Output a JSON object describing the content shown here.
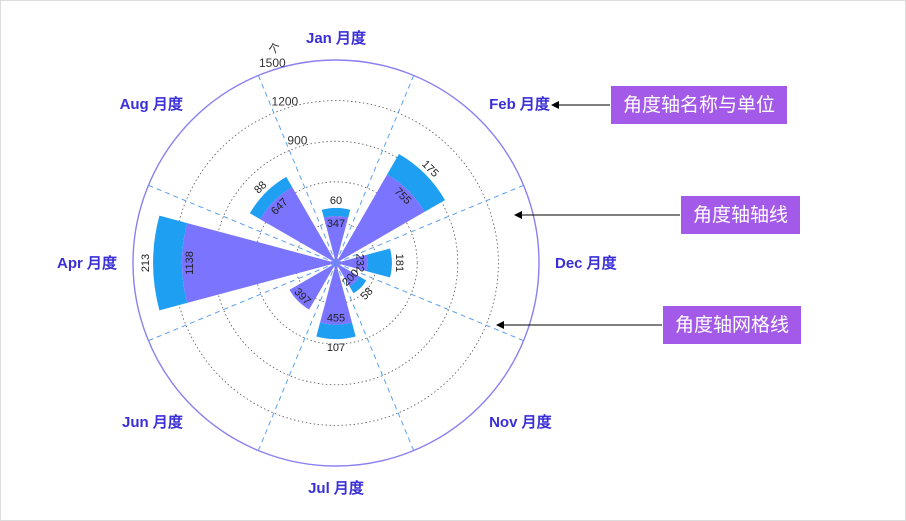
{
  "chart_data": {
    "type": "polar-bar",
    "angle_labels": [
      "Jan 月度",
      "Feb 月度",
      "Dec 月度",
      "Nov 月度",
      "Jul 月度",
      "Jun 月度",
      "Apr 月度",
      "Aug 月度"
    ],
    "radial_unit": "个",
    "radial_ticks": [
      900,
      1200,
      1500
    ],
    "rmax": 1500,
    "series": [
      {
        "color": "#7b74ff",
        "bars": [
          {
            "category": "Jan 月度",
            "value": 347
          },
          {
            "category": "Feb 月度",
            "value": 755
          },
          {
            "category": "Dec 月度",
            "value": 232
          },
          {
            "category": "Nov 月度",
            "value": 200
          },
          {
            "category": "Jul 月度",
            "value": 455
          },
          {
            "category": "Jun 月度",
            "value": 397
          },
          {
            "category": "Apr 月度",
            "value": 1138
          },
          {
            "category": "Aug 月度",
            "value": 647
          }
        ]
      },
      {
        "color": "#1e9ff2",
        "bars": [
          {
            "category": "Jan 月度",
            "value": 60
          },
          {
            "category": "Feb 月度",
            "value": 175
          },
          {
            "category": "Dec 月度",
            "value": 181
          },
          {
            "category": "Nov 月度",
            "value": 58
          },
          {
            "category": "Jul 月度",
            "value": 107
          },
          {
            "category": "Jun 月度",
            "value": 0
          },
          {
            "category": "Apr 月度",
            "value": 213
          },
          {
            "category": "Aug 月度",
            "value": 88
          }
        ]
      }
    ],
    "grid": true
  },
  "annotations": [
    "角度轴名称与单位",
    "角度轴轴线",
    "角度轴网格线"
  ],
  "colors": {
    "axis": "#8a80f0",
    "grid_line": "#5aa0ee",
    "annotation_bg": "#a45ae8"
  }
}
